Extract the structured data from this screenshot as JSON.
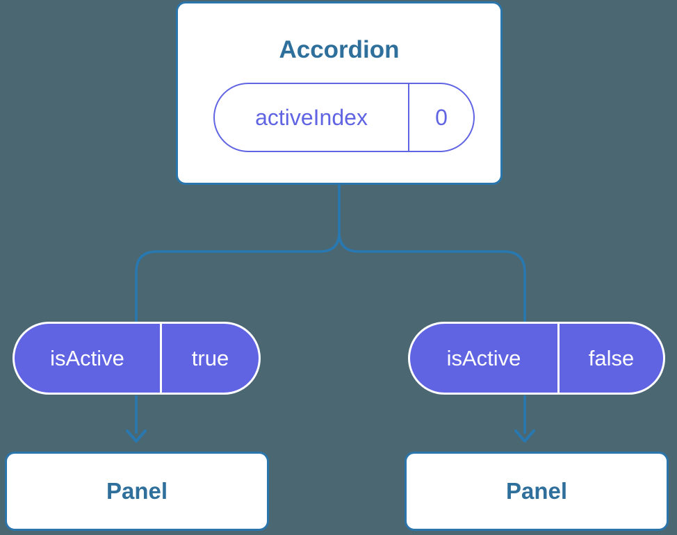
{
  "colors": {
    "background": "#4B6872",
    "line_blue": "#2878B2",
    "node_border_blue": "#2B75AD",
    "heading_blue": "#2F6F9B",
    "purple": "#6064E3",
    "node_fill": "#FFFFFF",
    "pill_text_on_purple": "#FFFFFF"
  },
  "tree": {
    "root": {
      "label": "Accordion",
      "prop": {
        "name": "activeIndex",
        "value": "0"
      }
    },
    "branches": [
      {
        "prop": {
          "name": "isActive",
          "value": "true"
        },
        "child_label": "Panel"
      },
      {
        "prop": {
          "name": "isActive",
          "value": "false"
        },
        "child_label": "Panel"
      }
    ]
  }
}
